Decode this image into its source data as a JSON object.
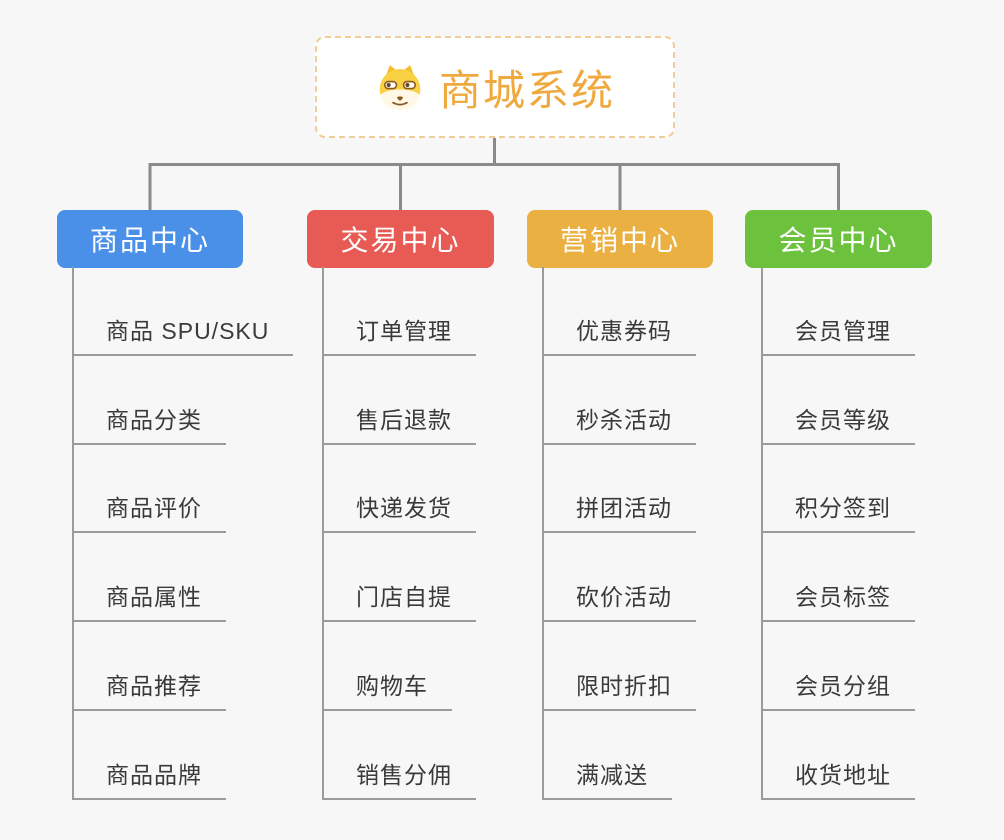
{
  "app": {
    "background_color": "#F7F7F7",
    "connector_color": "#8A8A8A",
    "child_line_color": "#9B9B9B",
    "child_text_color": "#3A3A3A"
  },
  "root": {
    "title": "商城系统",
    "title_color": "#EFA93F",
    "border_color": "#F0CC96",
    "icon": "doge-face-icon"
  },
  "branches": [
    {
      "id": "product-center",
      "label": "商品中心",
      "color": "#4A90E8",
      "children": [
        "商品 SPU/SKU",
        "商品分类",
        "商品评价",
        "商品属性",
        "商品推荐",
        "商品品牌"
      ]
    },
    {
      "id": "trade-center",
      "label": "交易中心",
      "color": "#E75B54",
      "children": [
        "订单管理",
        "售后退款",
        "快递发货",
        "门店自提",
        "购物车",
        "销售分佣"
      ]
    },
    {
      "id": "marketing-center",
      "label": "营销中心",
      "color": "#EBB042",
      "children": [
        "优惠券码",
        "秒杀活动",
        "拼团活动",
        "砍价活动",
        "限时折扣",
        "满减送"
      ]
    },
    {
      "id": "member-center",
      "label": "会员中心",
      "color": "#6DC23D",
      "children": [
        "会员管理",
        "会员等级",
        "积分签到",
        "会员标签",
        "会员分组",
        "收货地址"
      ]
    }
  ]
}
